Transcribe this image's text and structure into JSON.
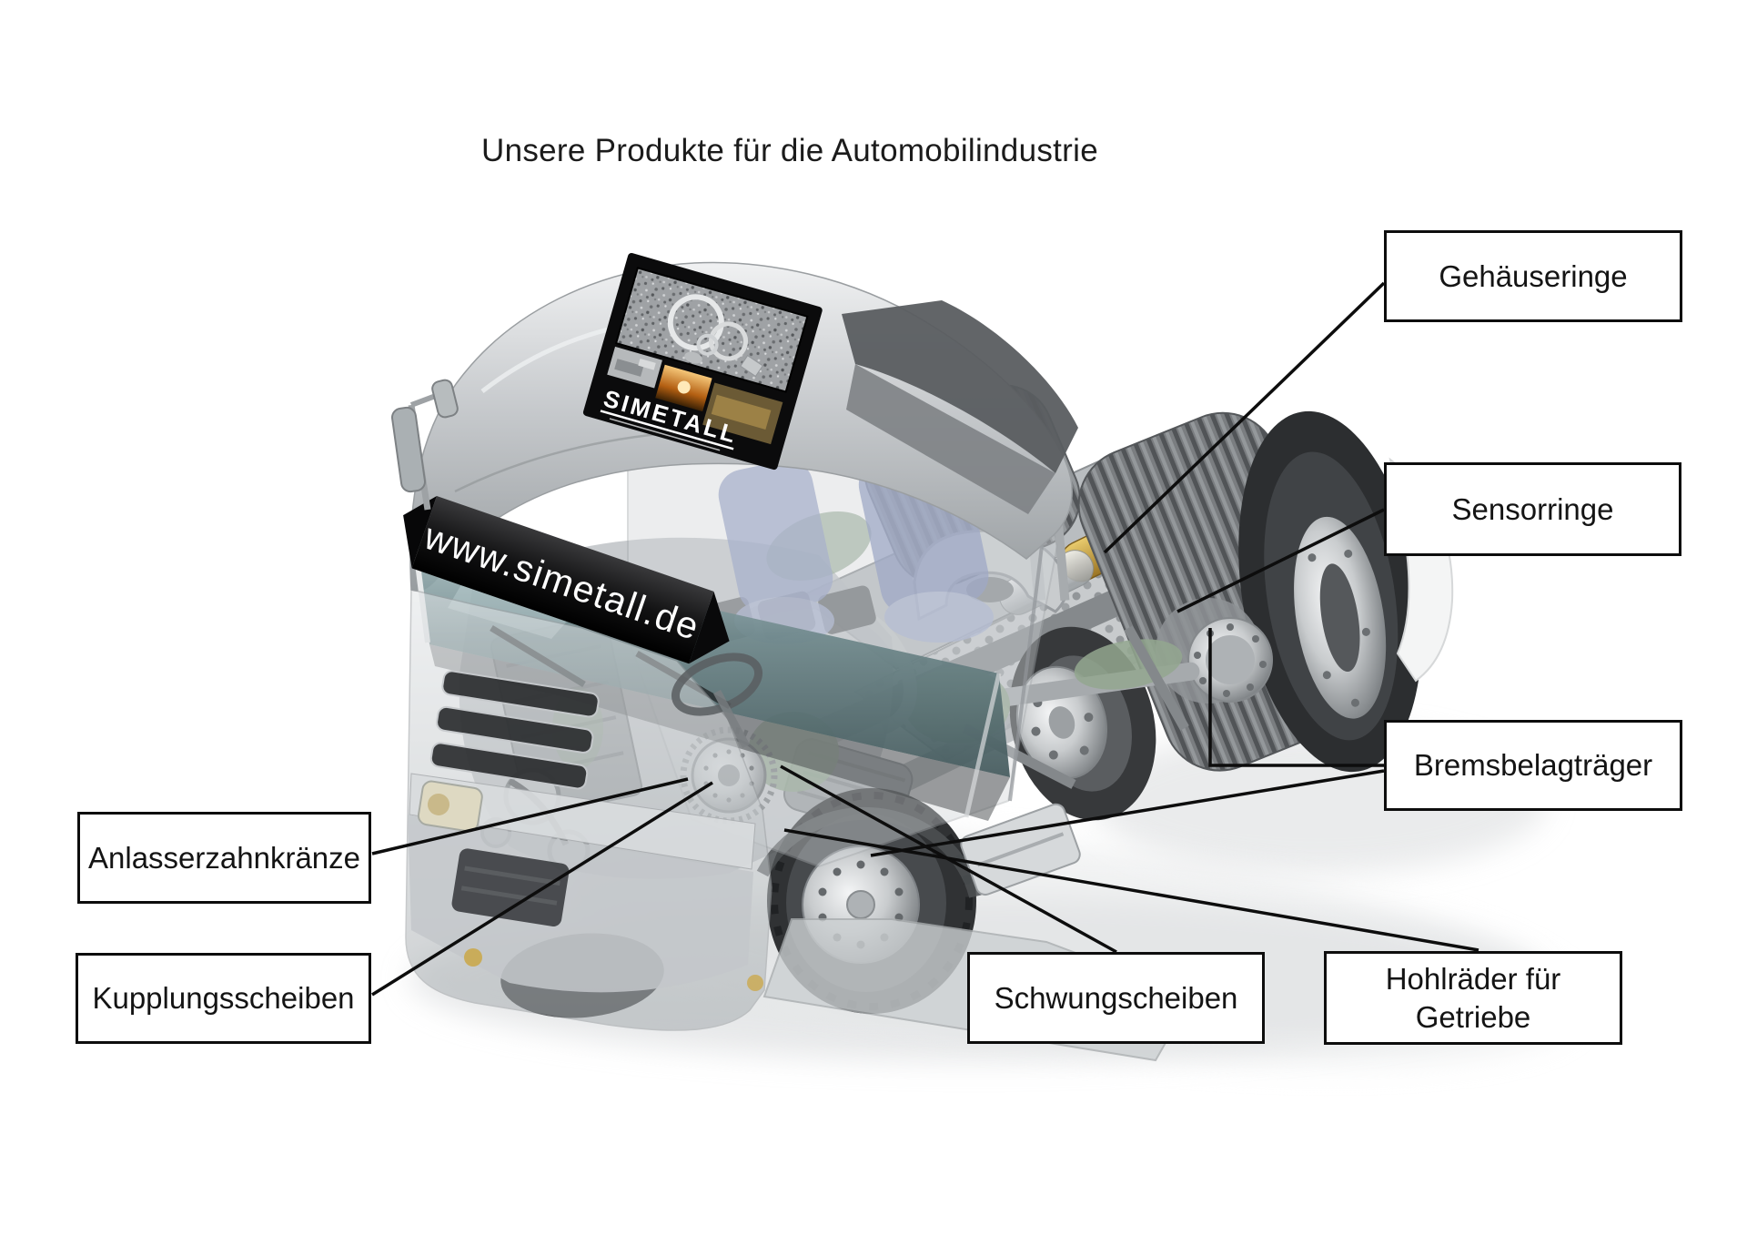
{
  "title": "Unsere Produkte für die Automobilindustrie",
  "truck": {
    "banner_url": "www.simetall.de",
    "billboard_brand": "SIMETALL"
  },
  "labels": [
    {
      "id": "gehaeuseringe",
      "text": "Gehäuseringe"
    },
    {
      "id": "sensorringe",
      "text": "Sensorringe"
    },
    {
      "id": "bremsbelagtraeger",
      "text": "Bremsbelagträger"
    },
    {
      "id": "hohlraeder-getriebe",
      "text": "Hohlräder für\nGetriebe"
    },
    {
      "id": "schwungscheiben",
      "text": "Schwungscheiben"
    },
    {
      "id": "kupplungsscheiben",
      "text": "Kupplungsscheiben"
    },
    {
      "id": "anlasserzahnkraenze",
      "text": "Anlasserzahnkränze"
    }
  ],
  "colors": {
    "background": "#ffffff",
    "line_and_border": "#0d0d0d",
    "box_fill": "#ffffff",
    "banner_bg": "#101011",
    "banner_text": "#ffffff",
    "truck_silver": "#c6c9cc",
    "glass_teal": "#52686c",
    "accent_gold": "#c9a84c",
    "accent_green": "#8da38a",
    "weld_orange": "#c77b1e"
  }
}
